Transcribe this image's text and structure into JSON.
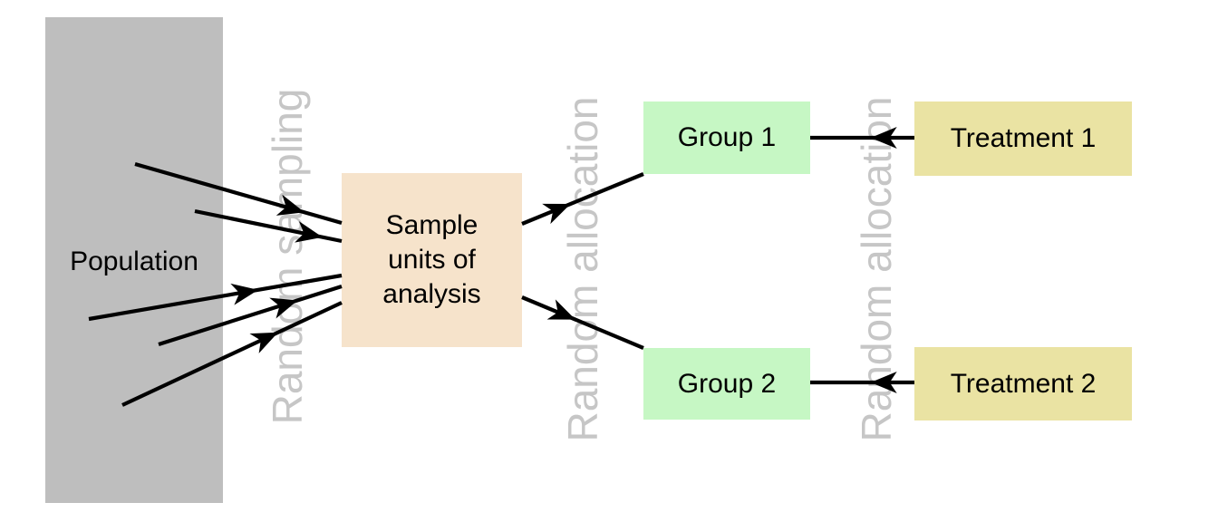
{
  "diagram": {
    "population": {
      "label": "Population"
    },
    "sample": {
      "lines": [
        "Sample",
        "units of",
        "analysis"
      ]
    },
    "groups": [
      {
        "label": "Group 1"
      },
      {
        "label": "Group 2"
      }
    ],
    "treatments": [
      {
        "label": "Treatment 1"
      },
      {
        "label": "Treatment 2"
      }
    ],
    "stages": [
      {
        "label": "Random sampling"
      },
      {
        "label": "Random allocation"
      },
      {
        "label": "Random allocation"
      }
    ],
    "colors": {
      "population_fill": "#BEBEBE",
      "sample_fill": "#F6E3CB",
      "group_fill": "#C6F7C4",
      "treatment_fill": "#EAE3A3",
      "stage_text": "#C6C6C6",
      "arrow": "#000000",
      "label_text": "#000000",
      "background": "#FFFFFF"
    }
  }
}
